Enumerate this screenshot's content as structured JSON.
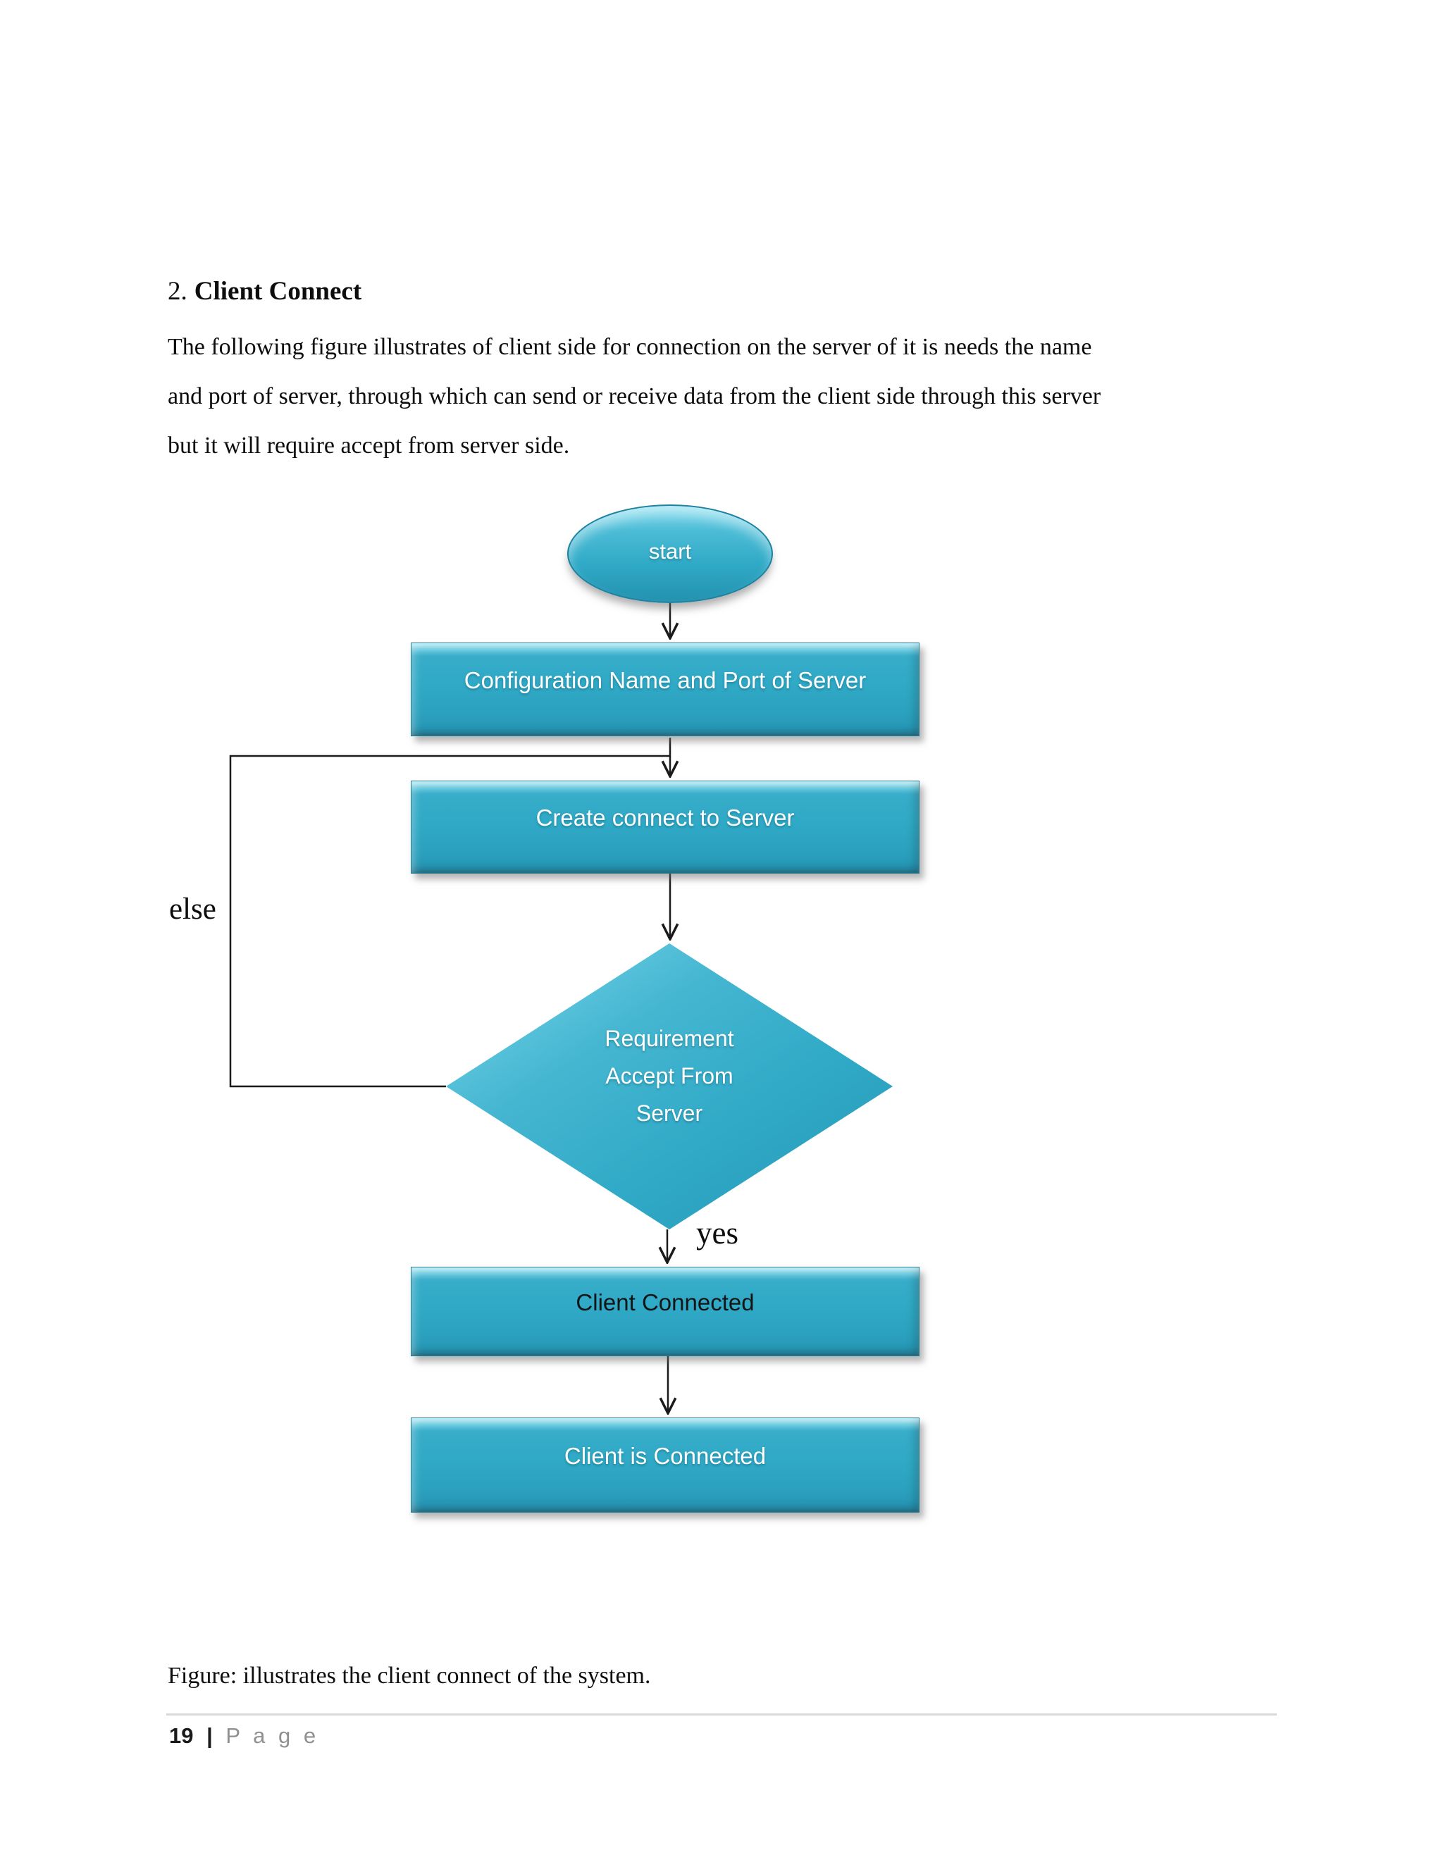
{
  "page": {
    "heading": {
      "number": "2.",
      "title": "Client Connect"
    },
    "paragraph_lines": [
      "The following figure illustrates of client side for connection on the server of it is needs the name",
      "and port of server, through which can send or receive data from the client side through this server",
      "but it will require accept from server side."
    ],
    "caption": "Figure: illustrates the client connect of the system.",
    "footer": {
      "page_number": "19",
      "separator": "|",
      "page_word": "P a g e"
    }
  },
  "flowchart": {
    "nodes": {
      "start": {
        "type": "terminator",
        "label": "start"
      },
      "config": {
        "type": "process",
        "label": "Configuration Name and Port of Server"
      },
      "create": {
        "type": "process",
        "label": "Create connect to Server"
      },
      "decision": {
        "type": "decision",
        "label_lines": [
          "Requirement",
          "Accept From",
          "Server"
        ]
      },
      "client_connected": {
        "type": "process",
        "label": "Client Connected"
      },
      "client_is_connected": {
        "type": "process",
        "label": "Client is Connected"
      }
    },
    "edge_labels": {
      "else_branch": "else",
      "yes_branch": "yes"
    },
    "colors": {
      "node_fill": "#2fa9c6",
      "node_highlight": "#8adef0",
      "node_edge": "#1d82a0",
      "label_light": "#ffffff",
      "label_dark": "#151515",
      "connector": "#1a1a1a"
    }
  }
}
